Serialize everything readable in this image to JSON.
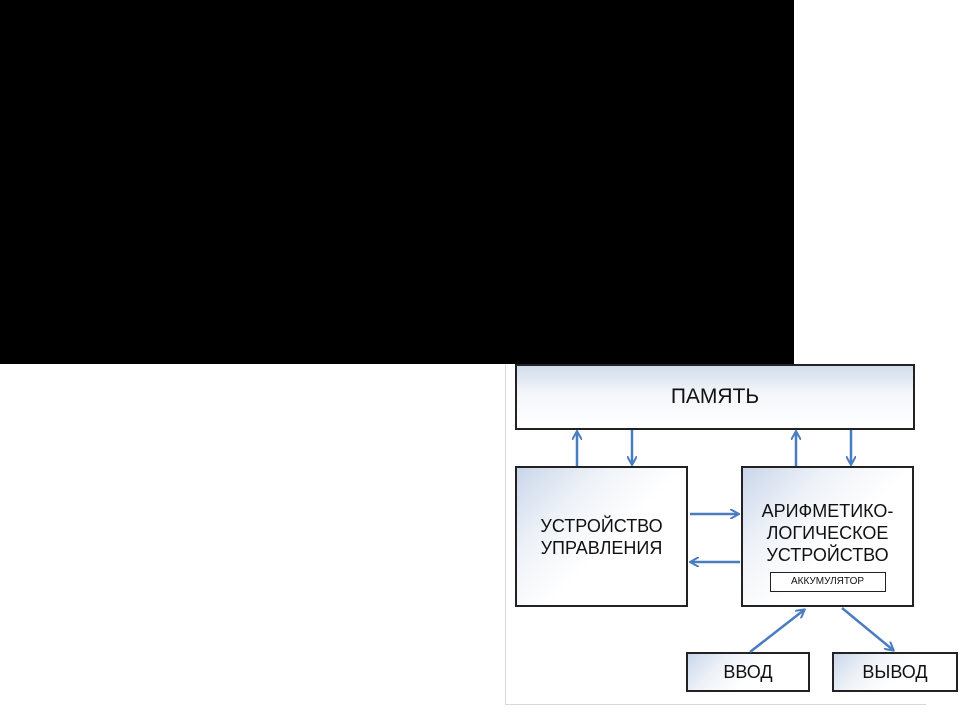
{
  "diagram": {
    "memory_label": "ПАМЯТЬ",
    "control_unit_lines": [
      "УСТРОЙСТВО",
      "УПРАВЛЕНИЯ"
    ],
    "alu_lines": [
      "АРИФМЕТИКО-",
      "ЛОГИЧЕСКОЕ",
      "УСТРОЙСТВО"
    ],
    "accumulator_label": "АККУМУЛЯТОР",
    "input_label": "ВВОД",
    "output_label": "ВЫВОД",
    "arrow_color": "#4a7cc0",
    "box_border_color": "#222222",
    "box_gradient_color": "#c9d6ea"
  }
}
